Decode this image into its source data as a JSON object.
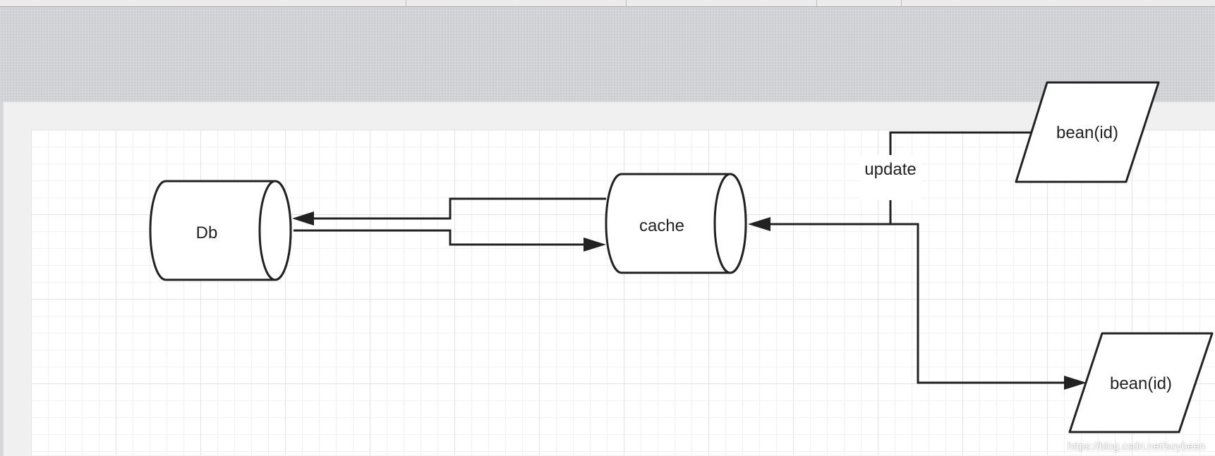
{
  "diagram": {
    "nodes": {
      "db": {
        "label": "Db",
        "shape": "cylinder"
      },
      "cache": {
        "label": "cache",
        "shape": "cylinder"
      },
      "bean_top": {
        "label": "bean(id)",
        "shape": "parallelogram"
      },
      "bean_bottom": {
        "label": "bean(id)",
        "shape": "parallelogram"
      }
    },
    "edges": {
      "update_label": "update"
    }
  },
  "watermark": {
    "text": "https://blog.csdn.net/soybeen"
  },
  "colors": {
    "stroke": "#222222",
    "grid_major": "#e3e3e3",
    "grid_minor": "#f1f1f1",
    "background": "#d5d6d9"
  }
}
